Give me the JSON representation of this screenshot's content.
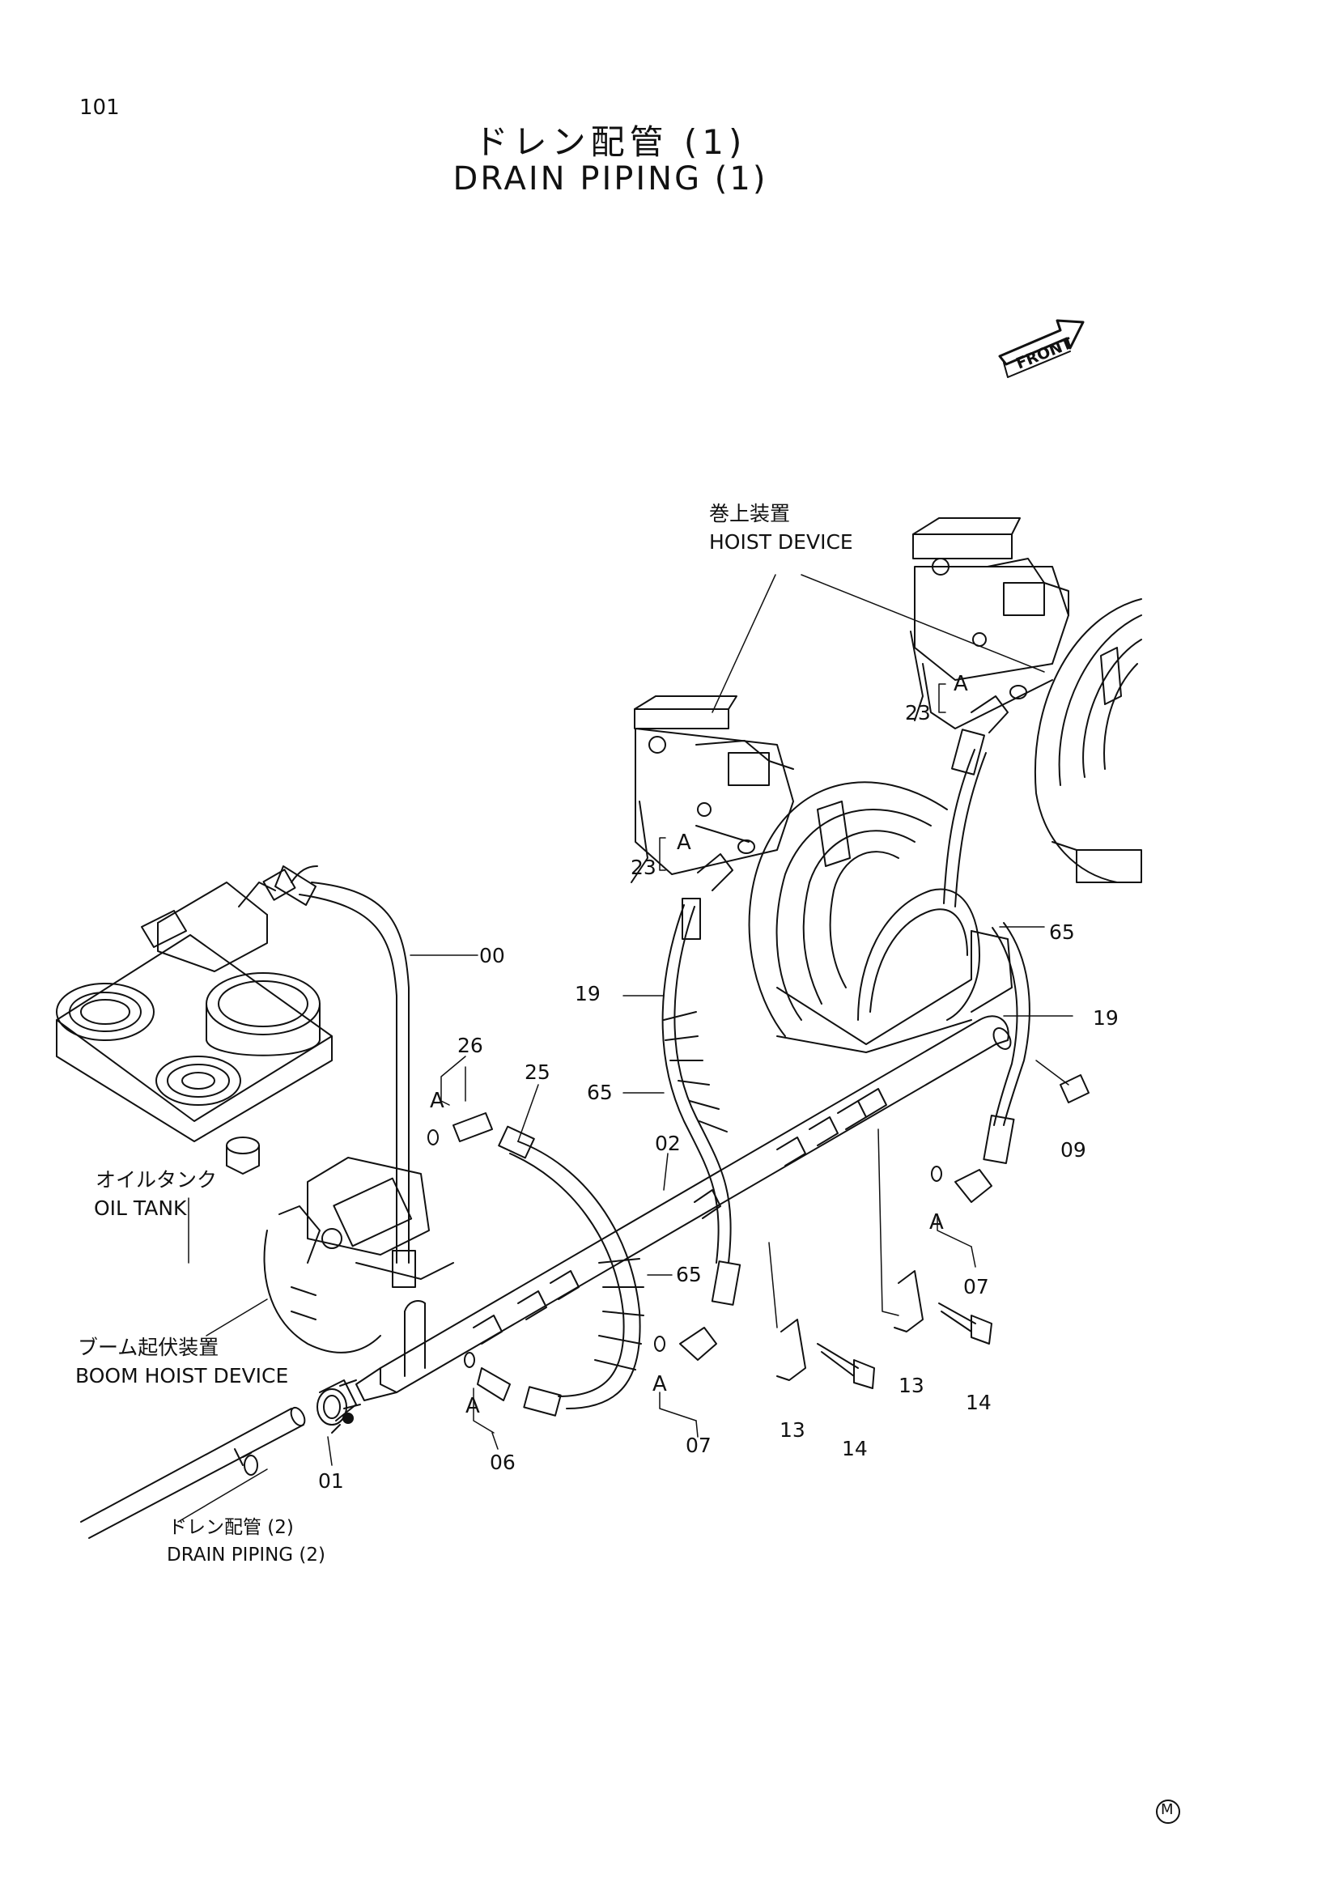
{
  "page": {
    "number": "101",
    "title_jp": "ドレン配管 (1)",
    "title_en": "DRAIN PIPING (1)"
  },
  "front_badge": "FRONT",
  "labels": {
    "hoist_device_jp": "巻上装置",
    "hoist_device_en": "HOIST DEVICE",
    "oil_tank_jp": "オイルタンク",
    "oil_tank_en": "OIL TANK",
    "boom_hoist_jp": "ブーム起伏装置",
    "boom_hoist_en": "BOOM HOIST DEVICE",
    "drain2_jp": "ドレン配管 (2)",
    "drain2_en": "DRAIN PIPING (2)"
  },
  "callouts": [
    "23",
    "23",
    "65",
    "00",
    "19",
    "19",
    "26",
    "25",
    "65",
    "02",
    "09",
    "65",
    "07",
    "13",
    "14",
    "01",
    "06",
    "07",
    "13",
    "14",
    "A",
    "A",
    "A",
    "A",
    "A",
    "A"
  ],
  "corner_mark": "M"
}
